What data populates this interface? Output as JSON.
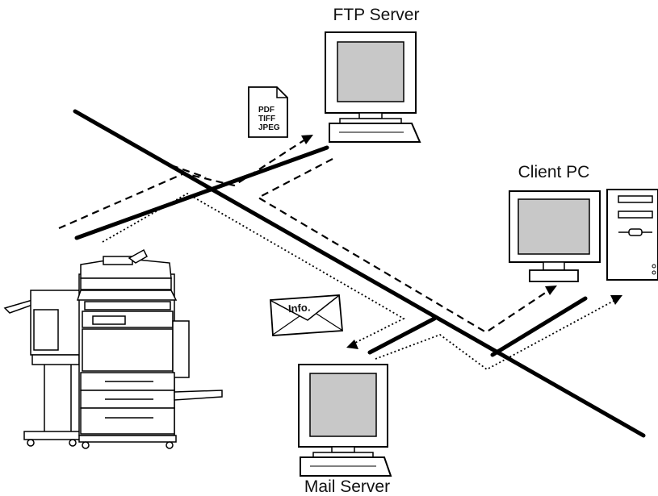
{
  "labels": {
    "ftp_server": "FTP Server",
    "client_pc": "Client PC",
    "mail_server": "Mail Server"
  },
  "document": {
    "formats": [
      "PDF",
      "TIFF",
      "JPEG"
    ]
  },
  "envelope": {
    "text": "Info."
  },
  "colors": {
    "line": "#000000",
    "screen": "#c8c8c8",
    "background": "#ffffff"
  }
}
